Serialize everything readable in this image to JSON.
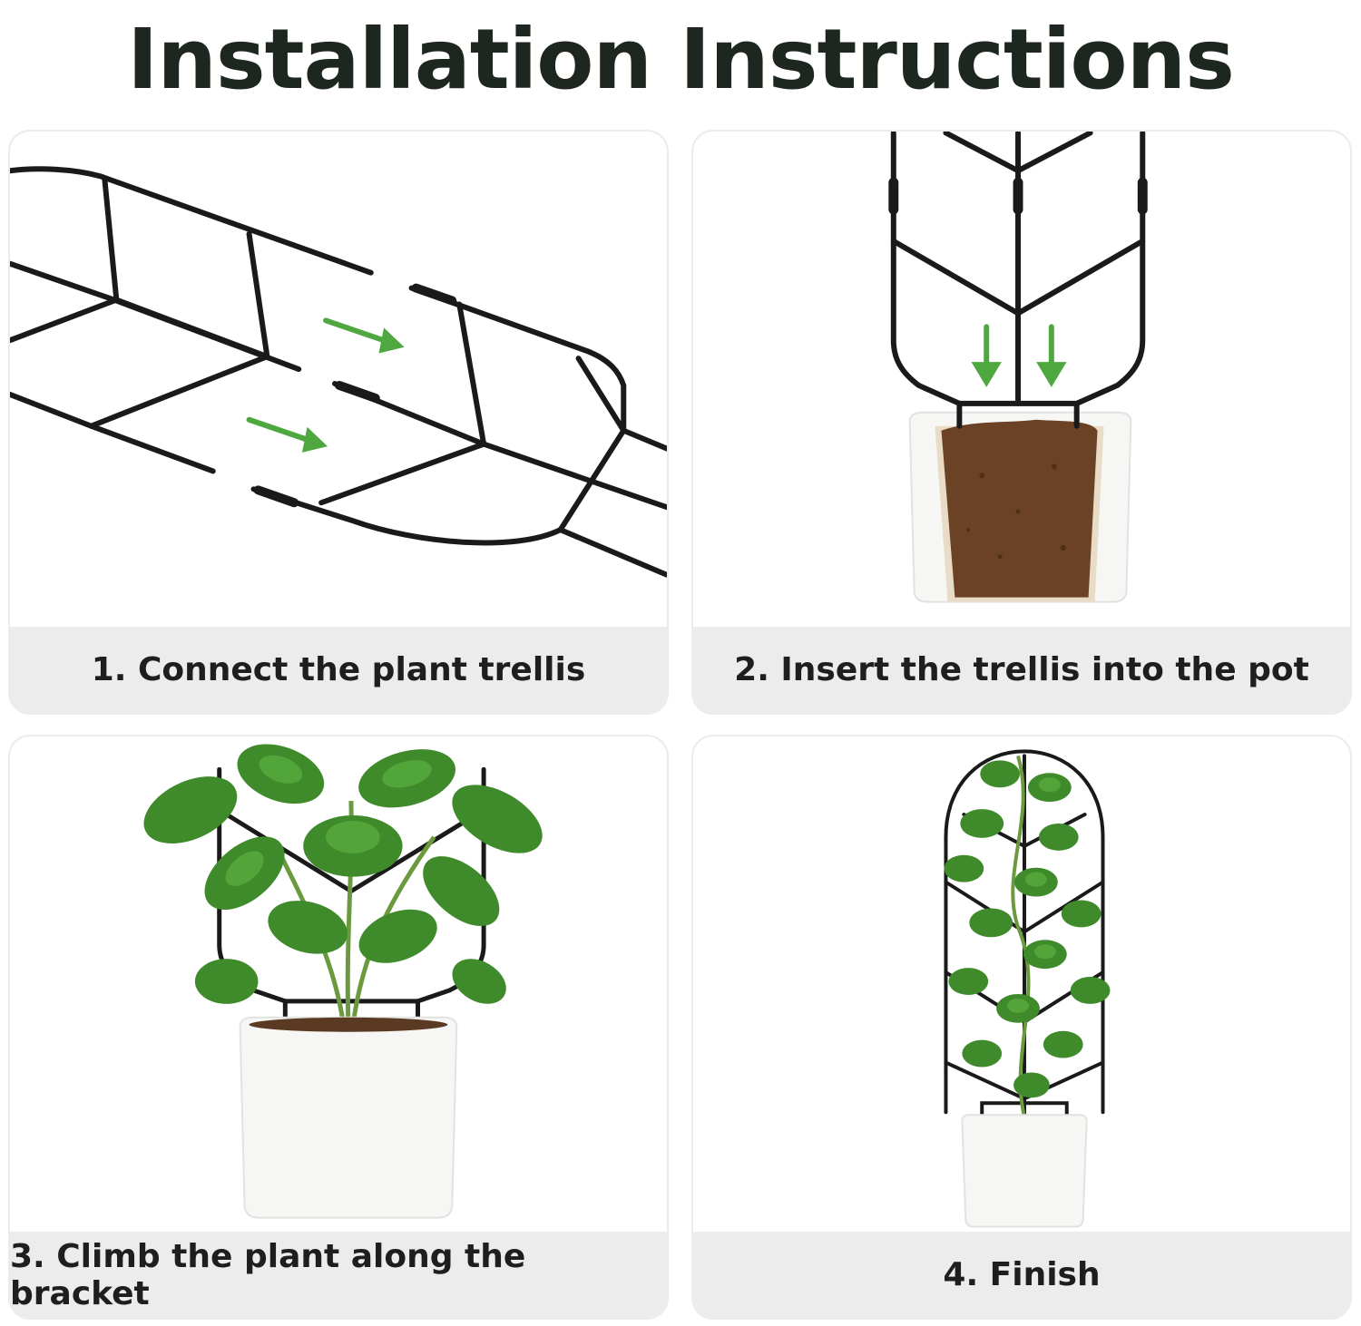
{
  "title": "Installation Instructions",
  "colors": {
    "title": "#1e2620",
    "caption_bg": "#ececec",
    "arrow": "#4ea83f",
    "trellis": "#1a1a1a",
    "soil": "#6b4226",
    "leaf": "#3f8a2b"
  },
  "steps": [
    {
      "label": "1. Connect the plant trellis"
    },
    {
      "label": "2. Insert the trellis into the pot"
    },
    {
      "label": "3. Climb the plant along the bracket"
    },
    {
      "label": "4. Finish"
    }
  ]
}
